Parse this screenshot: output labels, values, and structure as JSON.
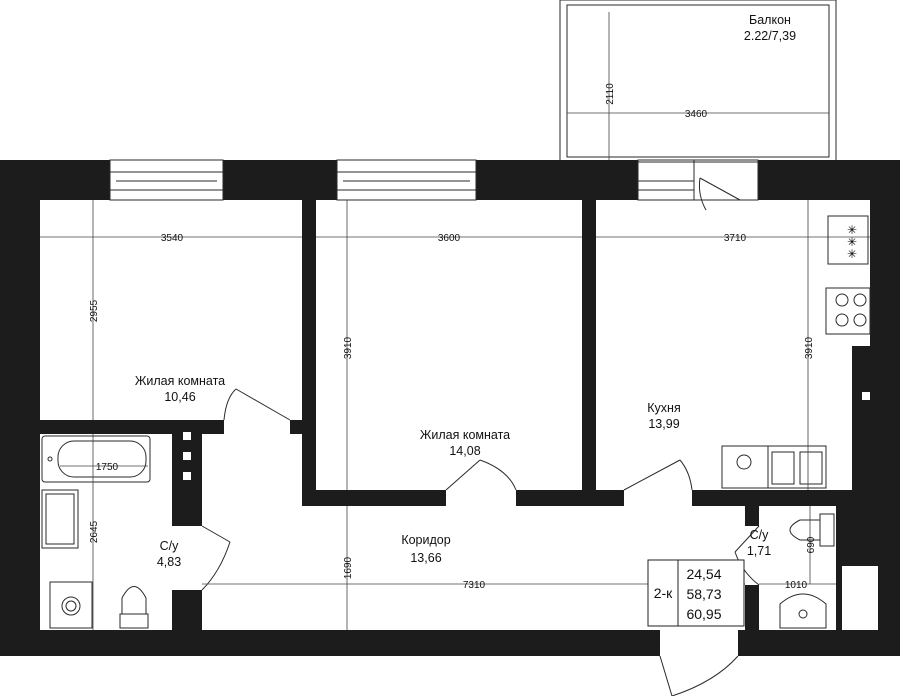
{
  "rooms": {
    "balcony": {
      "name": "Балкон",
      "area": "2.22/7,39"
    },
    "living1": {
      "name": "Жилая комната",
      "area": "10,46"
    },
    "living2": {
      "name": "Жилая комната",
      "area": "14,08"
    },
    "kitchen": {
      "name": "Кухня",
      "area": "13,99"
    },
    "bathroom": {
      "name": "С/у",
      "area": "4,83"
    },
    "corridor": {
      "name": "Коридор",
      "area": "13,66"
    },
    "wc": {
      "name": "С/у",
      "area": "1,71"
    }
  },
  "dimensions": {
    "balcony_h": "2110",
    "balcony_w": "3460",
    "living1_w": "3540",
    "living1_h": "2955",
    "living2_w": "3600",
    "living2_h": "3910",
    "kitchen_w": "3710",
    "kitchen_h": "3910",
    "bath_tub": "1750",
    "bath_h": "2645",
    "corridor_h": "1690",
    "corridor_w": "7310",
    "wc_w": "1010",
    "wc_h": "690"
  },
  "summary": {
    "type": "2-к",
    "living_area": "24,54",
    "total_area": "58,73",
    "total_with_balcony": "60,95"
  }
}
